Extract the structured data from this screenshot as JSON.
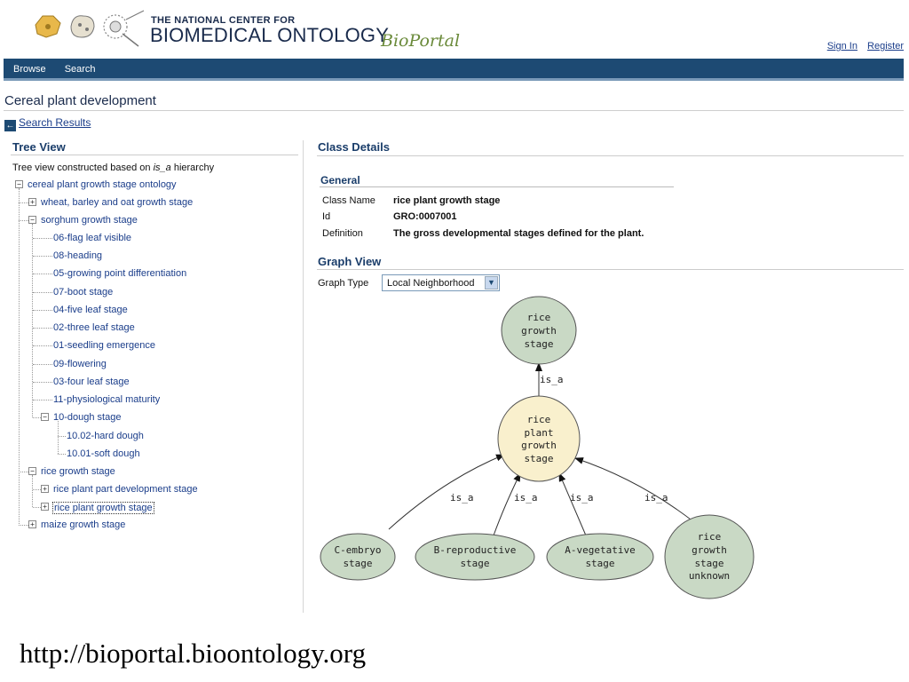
{
  "header": {
    "org_line1": "THE NATIONAL CENTER FOR",
    "org_line2": "BIOMEDICAL ONTOLOGY",
    "product": "BioPortal",
    "sign_in": "Sign In",
    "register": "Register"
  },
  "nav": {
    "browse": "Browse",
    "search": "Search"
  },
  "page": {
    "title": "Cereal plant development",
    "back_link": "Search Results"
  },
  "tree": {
    "heading": "Tree View",
    "desc_prefix": "Tree view constructed based on ",
    "desc_rel": "is_a",
    "desc_suffix": " hierarchy",
    "nodes": {
      "root": "cereal plant growth stage ontology",
      "wheat": "wheat, barley and oat growth stage",
      "sorghum": "sorghum growth stage",
      "s06": "06-flag leaf visible",
      "s08": "08-heading",
      "s05": "05-growing point differentiation",
      "s07": "07-boot stage",
      "s04": "04-five leaf stage",
      "s02": "02-three leaf stage",
      "s01": "01-seedling emergence",
      "s09": "09-flowering",
      "s03": "03-four leaf stage",
      "s11": "11-physiological maturity",
      "s10": "10-dough stage",
      "s1002": "10.02-hard dough",
      "s1001": "10.01-soft dough",
      "rice": "rice growth stage",
      "rice_part": "rice plant part development stage",
      "rice_plant": "rice plant growth stage",
      "maize": "maize growth stage"
    }
  },
  "class_details": {
    "heading": "Class Details",
    "general_heading": "General",
    "class_name_label": "Class Name",
    "class_name": "rice plant growth stage",
    "id_label": "Id",
    "id": "GRO:0007001",
    "definition_label": "Definition",
    "definition": "The gross developmental stages defined for the plant."
  },
  "graph_view": {
    "heading": "Graph View",
    "type_label": "Graph Type",
    "type_value": "Local Neighborhood",
    "edge_label": "is_a",
    "nodes": {
      "parent": [
        "rice",
        "growth",
        "stage"
      ],
      "focus": [
        "rice",
        "plant",
        "growth",
        "stage"
      ],
      "c1": [
        "C-embryo",
        "stage"
      ],
      "c2": [
        "B-reproductive",
        "stage"
      ],
      "c3": [
        "A-vegetative",
        "stage"
      ],
      "c4": [
        "rice",
        "growth",
        "stage",
        "unknown"
      ]
    },
    "colors": {
      "node": "#c9d9c5",
      "focus": "#f9f0cd",
      "stroke": "#555555"
    }
  },
  "footer": {
    "url": "http://bioportal.bioontology.org"
  }
}
